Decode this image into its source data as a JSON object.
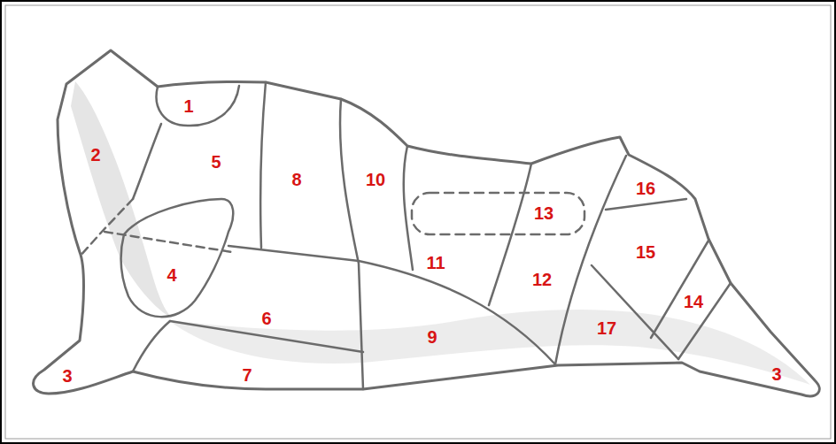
{
  "diagram": {
    "labels": [
      "1",
      "2",
      "5",
      "8",
      "10",
      "16",
      "13",
      "15",
      "4",
      "11",
      "12",
      "6",
      "14",
      "9",
      "17",
      "3",
      "7",
      "3"
    ]
  }
}
